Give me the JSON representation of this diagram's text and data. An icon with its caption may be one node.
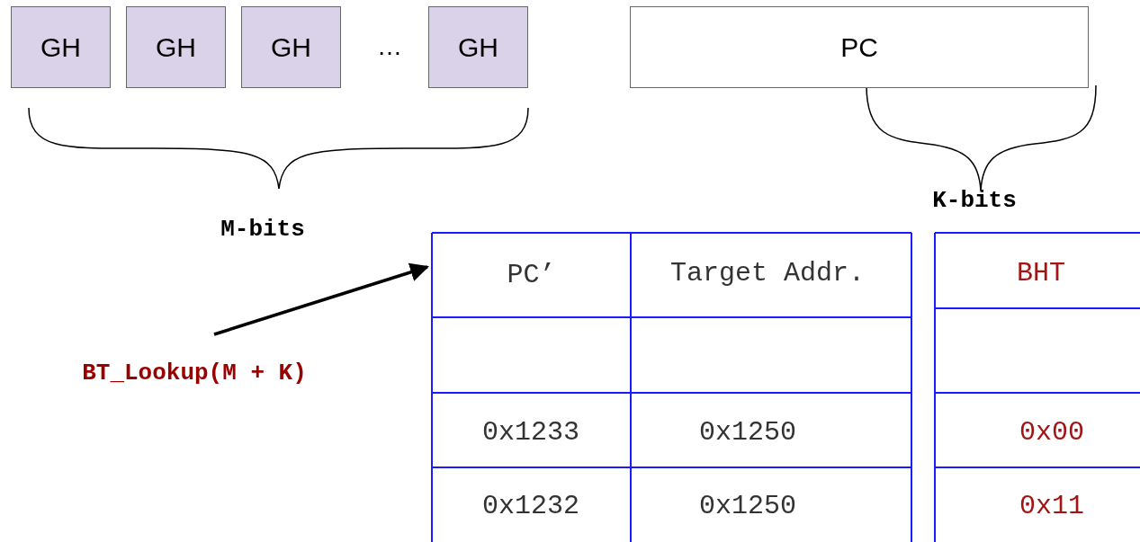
{
  "diagram": {
    "nodes": [
      {
        "text": [
          "GH"
        ]
      },
      {
        "text": [
          "GH"
        ]
      },
      {
        "text": [
          "GH"
        ]
      },
      {
        "text": [
          "GH"
        ]
      },
      {
        "text": [
          "PC"
        ]
      },
      {
        "text": [
          "BT_Lookup(M + K)"
        ]
      },
      {
        "text": [
          "PC’"
        ]
      }
    ],
    "edges": [
      {
        "from": 5,
        "to": 6,
        "arrow": "to"
      }
    ],
    "labels": [
      "…",
      "M-bits",
      "K-bits",
      "Target Addr.",
      "BHT",
      "0x1233",
      "0x1250",
      "0x00",
      "0x1232",
      "0x1250",
      "0x11"
    ]
  }
}
